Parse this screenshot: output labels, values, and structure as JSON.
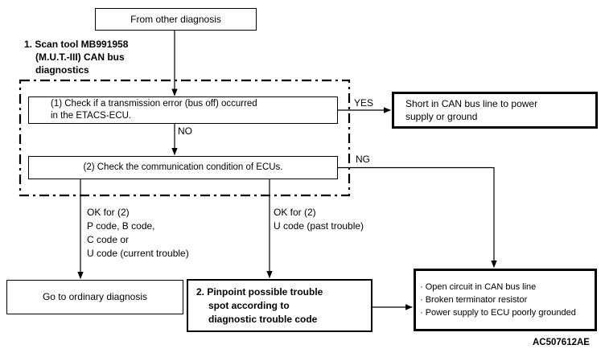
{
  "diagram": {
    "section_note": {
      "lines": [
        "1. Scan tool MB991958",
        "(M.U.T.-III) CAN bus",
        "diagnostics"
      ]
    },
    "nodes": {
      "from_other": "From other diagnosis",
      "check1": {
        "lines": [
          "(1) Check if a transmission error (bus off) occurred",
          "in the ETACS-ECU."
        ]
      },
      "check2": "(2) Check the communication condition of ECUs.",
      "short_can": {
        "lines": [
          "Short in CAN bus line to power",
          "supply or ground"
        ]
      },
      "go_ordinary": "Go to ordinary diagnosis",
      "pinpoint": {
        "lines": [
          "2. Pinpoint possible trouble",
          "spot according to",
          "diagnostic trouble code"
        ]
      },
      "open_circuit": {
        "lines": [
          "· Open circuit in CAN bus line",
          "· Broken terminator resistor",
          "· Power supply to ECU poorly grounded"
        ]
      }
    },
    "edge_labels": {
      "yes": "YES",
      "no": "NO",
      "ng": "NG",
      "ok_current": {
        "lines": [
          "OK for (2)",
          "P code, B code,",
          "C code or",
          "U code (current trouble)"
        ]
      },
      "ok_past": {
        "lines": [
          "OK for (2)",
          "U code (past trouble)"
        ]
      }
    },
    "figure_code": "AC507612AE",
    "colors": {
      "ink": "#000000",
      "background": "#ffffff"
    }
  }
}
